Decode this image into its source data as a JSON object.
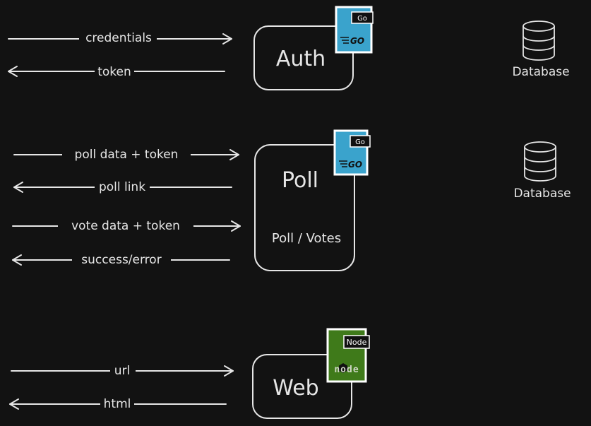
{
  "services": [
    {
      "name": "Auth",
      "subtitle": "",
      "badge": {
        "tag": "Go",
        "logo": "GO",
        "color": "#3aa3cc",
        "icon": "go-gopher-logo"
      },
      "database_label": "Database",
      "flows": [
        {
          "label": "credentials",
          "direction": "right"
        },
        {
          "label": "token",
          "direction": "left"
        }
      ]
    },
    {
      "name": "Poll",
      "subtitle": "Poll / Votes",
      "badge": {
        "tag": "Go",
        "logo": "GO",
        "color": "#3aa3cc",
        "icon": "go-gopher-logo"
      },
      "database_label": "Database",
      "flows": [
        {
          "label": "poll data + token",
          "direction": "right"
        },
        {
          "label": "poll link",
          "direction": "left"
        },
        {
          "label": "vote data + token",
          "direction": "right"
        },
        {
          "label": "success/error",
          "direction": "left"
        }
      ]
    },
    {
      "name": "Web",
      "subtitle": "",
      "badge": {
        "tag": "Node",
        "logo": "node",
        "color": "#3f7a1a",
        "icon": "nodejs-logo"
      },
      "database_label": "",
      "flows": [
        {
          "label": "url",
          "direction": "right"
        },
        {
          "label": "html",
          "direction": "left"
        }
      ]
    }
  ],
  "colors": {
    "background": "#121212",
    "stroke": "#e6e6e6",
    "go_badge": "#3aa3cc",
    "node_badge": "#3f7a1a"
  }
}
